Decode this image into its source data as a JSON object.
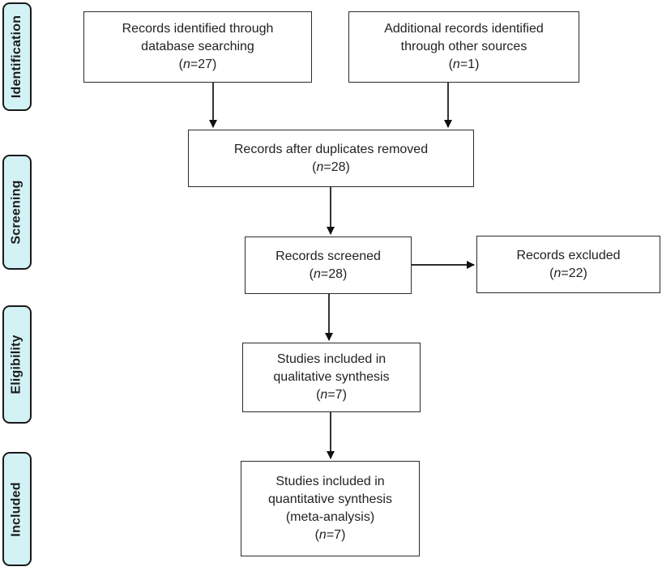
{
  "stages": {
    "identification": {
      "label": "Identification"
    },
    "screening": {
      "label": "Screening"
    },
    "eligibility": {
      "label": "Eligibility"
    },
    "included": {
      "label": "Included"
    }
  },
  "boxes": {
    "records_identified": {
      "lines": [
        "Records identified through",
        "database searching"
      ],
      "n": {
        "open": "(",
        "sym": "n",
        "rest": "=27)"
      }
    },
    "additional_records": {
      "lines": [
        "Additional records identified",
        "through other sources"
      ],
      "n": {
        "open": "(",
        "sym": "n",
        "rest": "=1)"
      }
    },
    "after_duplicates": {
      "lines": [
        "Records after duplicates removed"
      ],
      "n": {
        "open": "(",
        "sym": "n",
        "rest": "=28)"
      }
    },
    "records_screened": {
      "lines": [
        "Records screened"
      ],
      "n": {
        "open": "(",
        "sym": "n",
        "rest": "=28)"
      }
    },
    "records_excluded": {
      "lines": [
        "Records excluded"
      ],
      "n": {
        "open": "(",
        "sym": "n",
        "rest": "=22)"
      }
    },
    "qualitative": {
      "lines": [
        "Studies included in",
        "qualitative synthesis"
      ],
      "n": {
        "open": "(",
        "sym": "n",
        "rest": "=7)"
      }
    },
    "quantitative": {
      "lines": [
        "Studies included in",
        "quantitative synthesis",
        "(meta-analysis)"
      ],
      "n": {
        "open": "(",
        "sym": "n",
        "rest": "=7)"
      }
    }
  },
  "colors": {
    "stage_fill": "#d3f2f5",
    "stage_border": "#1a1a1a",
    "box_border": "#2b2b2b",
    "arrow": "#111111",
    "text": "#231f20"
  }
}
